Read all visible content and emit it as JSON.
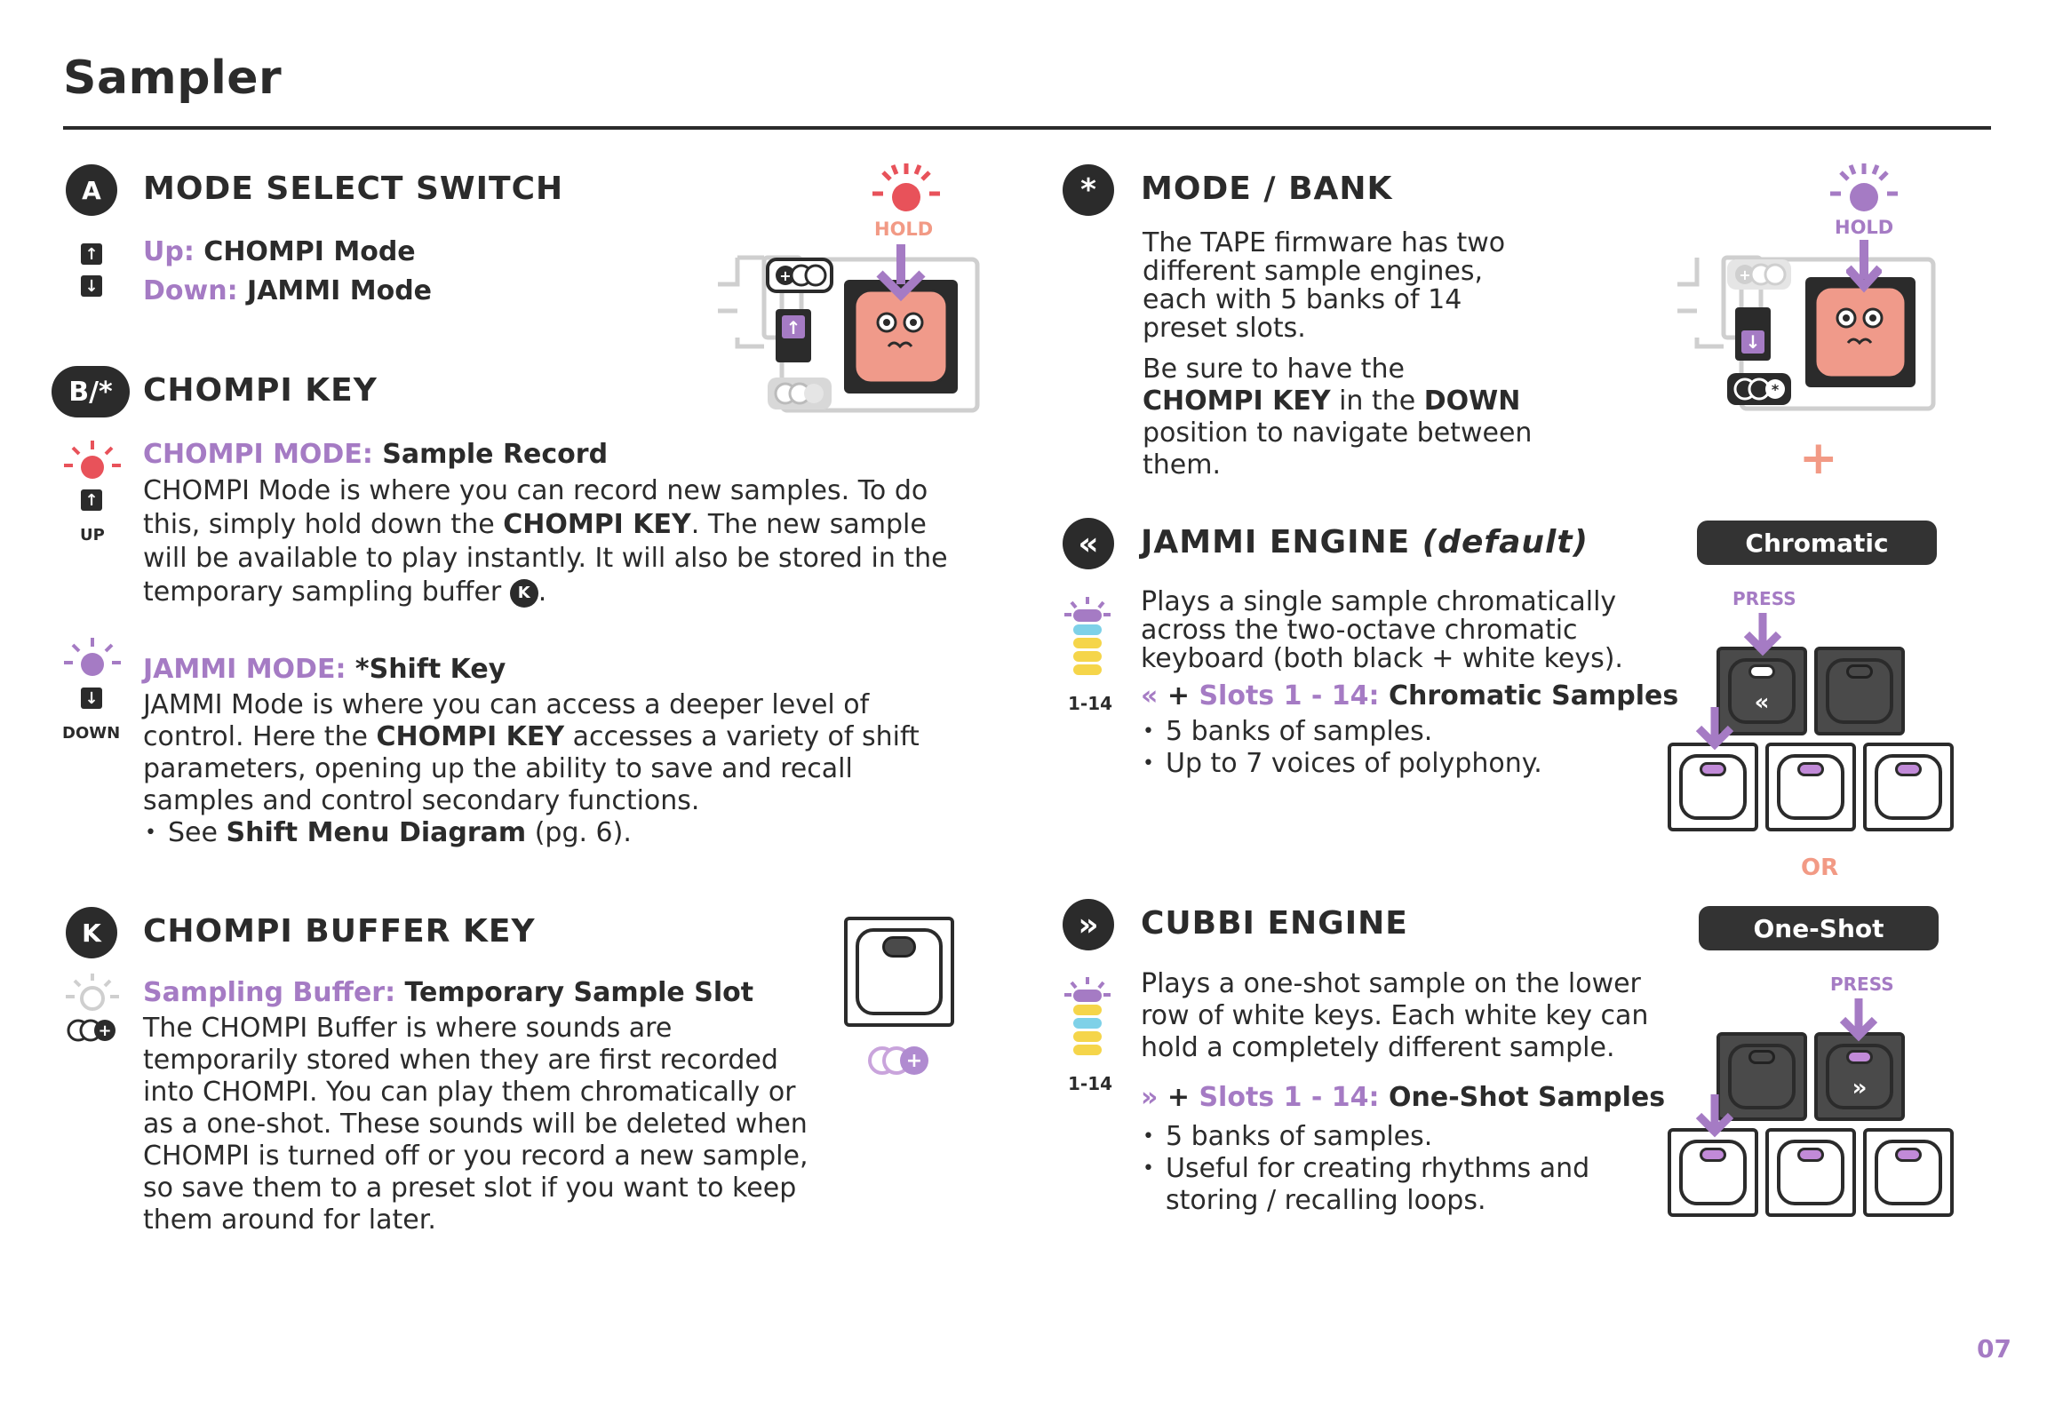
{
  "page": {
    "title": "Sampler",
    "page_number": "07"
  },
  "colors": {
    "purple": "#a57bc4",
    "red": "#e8525a",
    "salmon": "#f29a85",
    "dark": "#2b2b2b"
  },
  "section_a": {
    "badge": "A",
    "title": "MODE SELECT SWITCH",
    "up_label": "Up:",
    "up_value": "CHOMPI Mode",
    "down_label": "Down:",
    "down_value": "JAMMI Mode",
    "illustration_hold": "HOLD"
  },
  "section_b": {
    "badge": "B/*",
    "title": "CHOMPI KEY",
    "chompi_mode": {
      "label": "CHOMPI MODE:",
      "value": "Sample Record",
      "icon_label": "UP",
      "text_1": "CHOMPI Mode is where you can record new samples. To do this, simply hold down the ",
      "text_bold": "CHOMPI KEY",
      "text_2": ". The new sample will be available to play instantly. It will also be stored in the temporary sampling buffer ",
      "inline_badge": "K",
      "text_3": "."
    },
    "jammi_mode": {
      "label": "JAMMI MODE:",
      "value": "*Shift Key",
      "icon_label": "DOWN",
      "text_1": "JAMMI Mode is where you can access a deeper level of control. Here the ",
      "text_bold": "CHOMPI KEY",
      "text_2": " accesses a variety of shift parameters, opening up the ability to save and recall samples and control secondary functions.",
      "bullet_pre": "See ",
      "bullet_bold": "Shift Menu Diagram",
      "bullet_post": " (pg. 6)."
    }
  },
  "section_k": {
    "badge": "K",
    "title": "CHOMPI BUFFER KEY",
    "label": "Sampling Buffer:",
    "value": "Temporary Sample Slot",
    "text": "The CHOMPI Buffer is where sounds are temporarily stored when they are first recorded into CHOMPI. You can play them chromatically or as a one-shot. These sounds will be deleted when CHOMPI is turned off or you record a new sample, so save them to a preset slot if you want to keep them around for later."
  },
  "section_star": {
    "badge": "*",
    "title": "MODE / BANK",
    "para_1": "The TAPE firmware has two different sample engines, each with 5 banks of 14 preset slots.",
    "para_2_pre": "Be sure to have the ",
    "para_2_bold_1": "CHOMPI KEY",
    "para_2_mid": " in the ",
    "para_2_bold_2": "DOWN",
    "para_2_post": " position to navigate between them.",
    "illustration_hold": "HOLD",
    "plus": "+"
  },
  "section_jammi": {
    "badge": "«",
    "title_main": "JAMMI ENGINE",
    "title_italic": "(default)",
    "slots_label": "1-14",
    "text": "Plays a single sample chromatically across the two-octave chromatic keyboard (both black + white keys).",
    "combo_icon": "«",
    "combo_plus": "+",
    "combo_label": "Slots 1 - 14:",
    "combo_value": "Chromatic Samples",
    "bullets": [
      "5 banks of samples.",
      "Up to 7 voices of polyphony."
    ],
    "pill": "Chromatic",
    "press": "PRESS"
  },
  "or_label": "OR",
  "section_cubbi": {
    "badge": "»",
    "title": "CUBBI ENGINE",
    "slots_label": "1-14",
    "text": "Plays a one-shot sample on the lower row of white keys. Each white key can hold a completely different sample.",
    "combo_icon": "»",
    "combo_plus": "+",
    "combo_label": "Slots 1 - 14:",
    "combo_value": "One-Shot Samples",
    "bullets": [
      "5 banks of samples.",
      "Useful for creating rhythms and storing / recalling loops."
    ],
    "pill": "One-Shot",
    "press": "PRESS"
  }
}
